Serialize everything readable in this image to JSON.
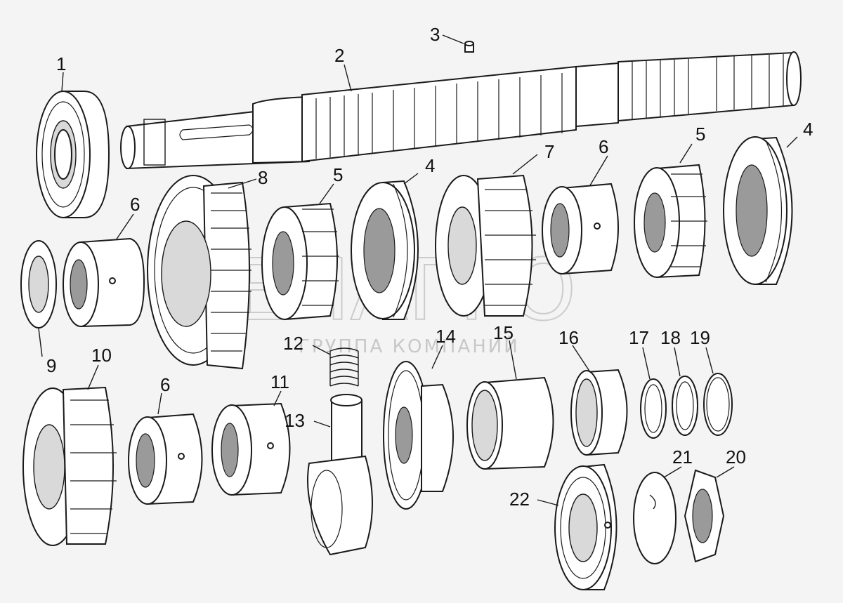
{
  "watermark": {
    "name": "БЕЛАГРО",
    "subtitle": "ГРУППА КОМПАНИЙ"
  },
  "callouts": [
    {
      "id": "c1",
      "label": "1"
    },
    {
      "id": "c2",
      "label": "2"
    },
    {
      "id": "c3",
      "label": "3"
    },
    {
      "id": "c4a",
      "label": "4"
    },
    {
      "id": "c4b",
      "label": "4"
    },
    {
      "id": "c5a",
      "label": "5"
    },
    {
      "id": "c5b",
      "label": "5"
    },
    {
      "id": "c6a",
      "label": "6"
    },
    {
      "id": "c6b",
      "label": "6"
    },
    {
      "id": "c6c",
      "label": "6"
    },
    {
      "id": "c7",
      "label": "7"
    },
    {
      "id": "c8",
      "label": "8"
    },
    {
      "id": "c9",
      "label": "9"
    },
    {
      "id": "c10",
      "label": "10"
    },
    {
      "id": "c11",
      "label": "11"
    },
    {
      "id": "c12",
      "label": "12"
    },
    {
      "id": "c13",
      "label": "13"
    },
    {
      "id": "c14",
      "label": "14"
    },
    {
      "id": "c15",
      "label": "15"
    },
    {
      "id": "c16",
      "label": "16"
    },
    {
      "id": "c17",
      "label": "17"
    },
    {
      "id": "c18",
      "label": "18"
    },
    {
      "id": "c19",
      "label": "19"
    },
    {
      "id": "c20",
      "label": "20"
    },
    {
      "id": "c21",
      "label": "21"
    },
    {
      "id": "c22",
      "label": "22"
    }
  ]
}
